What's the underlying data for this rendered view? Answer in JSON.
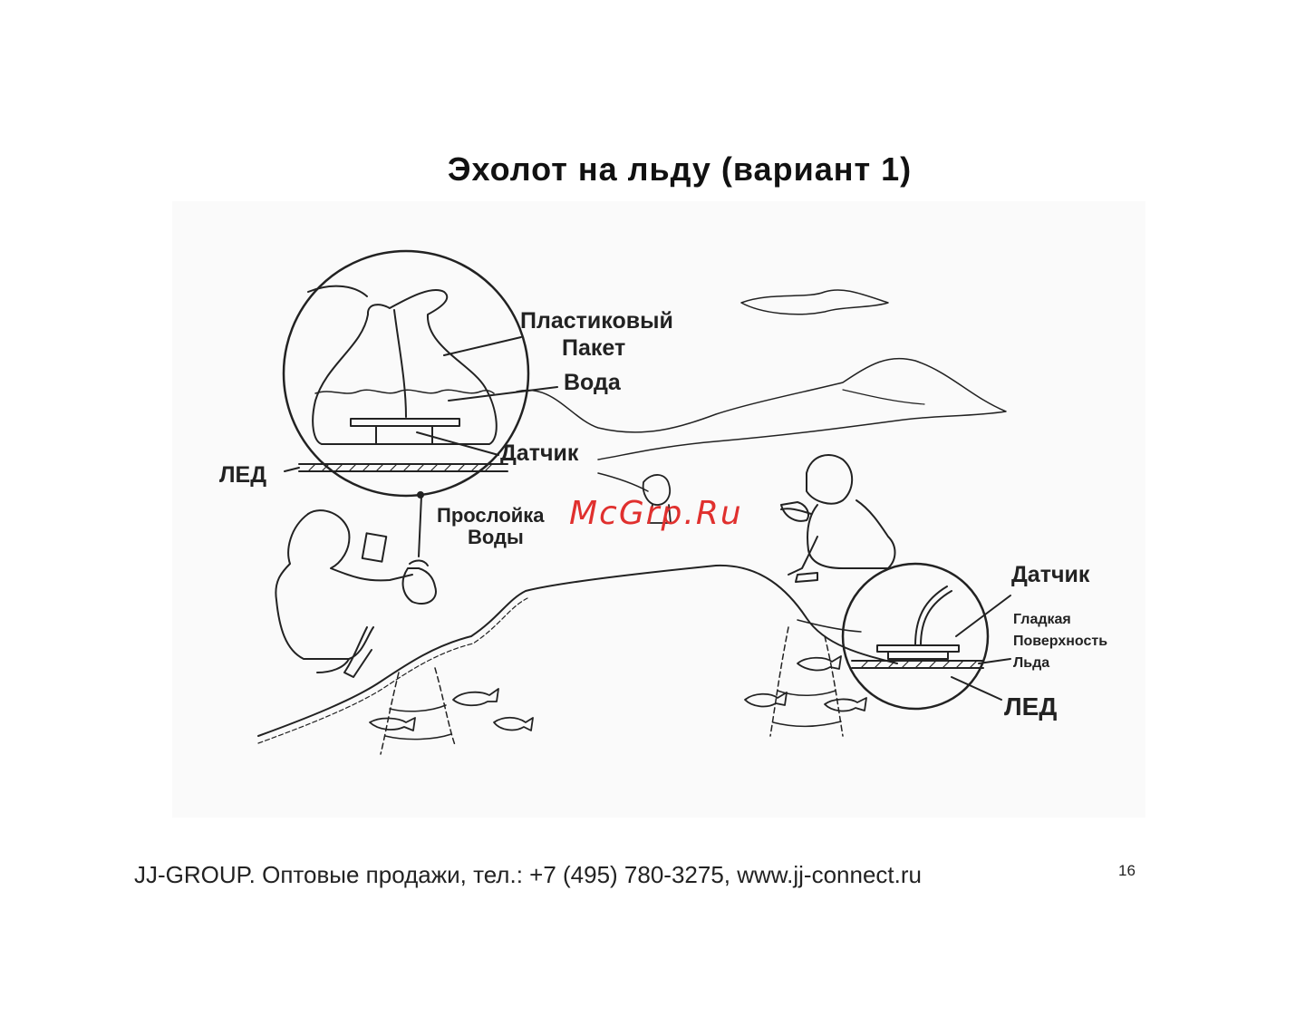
{
  "page": {
    "title": "Эхолот на льду (вариант 1)",
    "footer": "JJ-GROUP. Оптовые продажи, тел.: +7 (495) 780-3275, www.jj-connect.ru",
    "page_number": "16"
  },
  "figure": {
    "labels": {
      "plastic_bag_line1": "Пластиковый",
      "plastic_bag_line2": "Пакет",
      "water": "Вода",
      "sensor_top": "Датчик",
      "ice_left": "ЛЕД",
      "water_layer_line1": "Прослойка",
      "water_layer_line2": "Воды",
      "sensor_right": "Датчик",
      "smooth_line1": "Гладкая",
      "smooth_line2": "Поверхность",
      "smooth_line3": "Льда",
      "ice_right": "ЛЕД"
    },
    "watermark": "McGrp.Ru"
  }
}
